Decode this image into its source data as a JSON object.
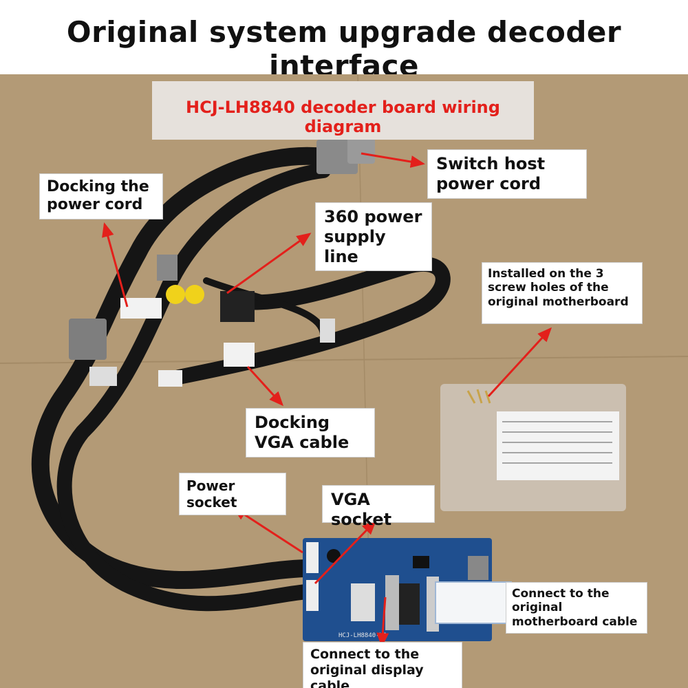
{
  "header": {
    "title": "Original system upgrade decoder interface"
  },
  "photo": {
    "diagram_title": "HCJ-LH8840 decoder board wiring diagram",
    "labels": {
      "switch_host": "Switch host power cord",
      "docking_power": "Docking the power cord",
      "power_360": "360 power supply line",
      "screw_holes": "Installed on the 3 screw holes of the original motherboard",
      "docking_vga": "Docking VGA cable",
      "power_socket": "Power socket",
      "vga_socket": "VGA socket",
      "connect_motherboard": "Connect to the original motherboard cable",
      "connect_display": "Connect to the original display cable"
    },
    "board_marking": "HCJ-LH8840-V1"
  },
  "colors": {
    "arrow": "#e3201b",
    "background": "#b39a76",
    "board": "#1f4f8f"
  }
}
